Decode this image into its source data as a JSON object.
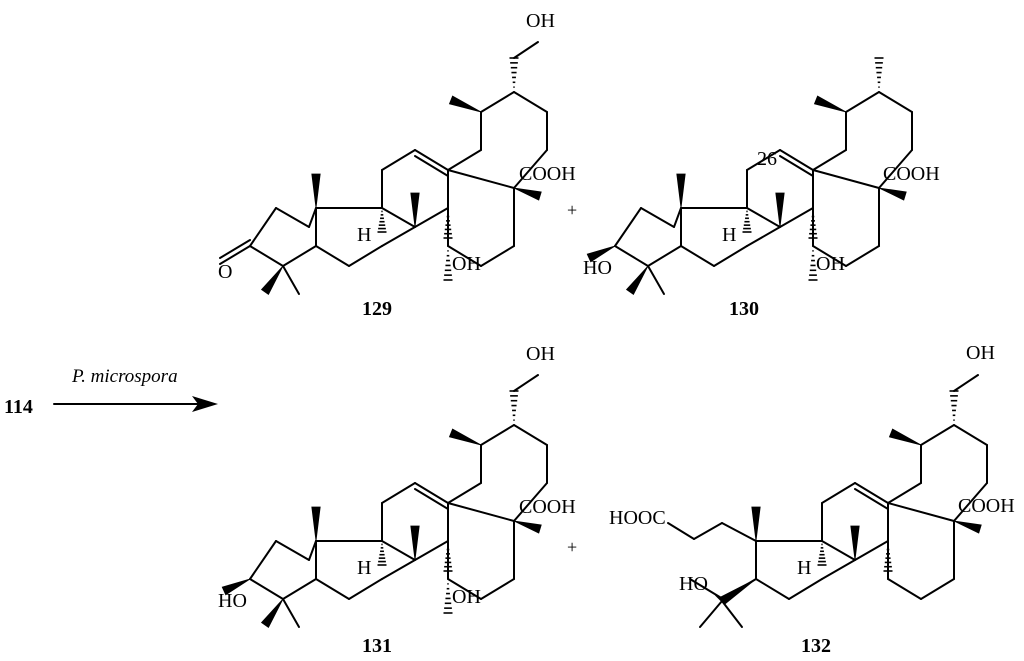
{
  "scheme": {
    "substrate": "114",
    "arrow_text": "P. microspora",
    "plus": "+",
    "compounds": [
      {
        "id": "129",
        "label": "129",
        "atoms": {
          "oh_top": "OH",
          "cooh": "COOH",
          "h9": "H",
          "oh_c": "OH",
          "oxo": "O"
        }
      },
      {
        "id": "130",
        "label": "130",
        "position_label": "26",
        "atoms": {
          "cooh": "COOH",
          "h9": "H",
          "oh_c": "OH",
          "ho_a": "HO"
        }
      },
      {
        "id": "131",
        "label": "131",
        "atoms": {
          "oh_top": "OH",
          "cooh": "COOH",
          "h9": "H",
          "oh_c": "OH",
          "ho_a": "HO"
        }
      },
      {
        "id": "132",
        "label": "132",
        "atoms": {
          "oh_top": "OH",
          "cooh": "COOH",
          "h9": "H",
          "hooc": "HOOC",
          "ho": "HO"
        }
      }
    ]
  }
}
